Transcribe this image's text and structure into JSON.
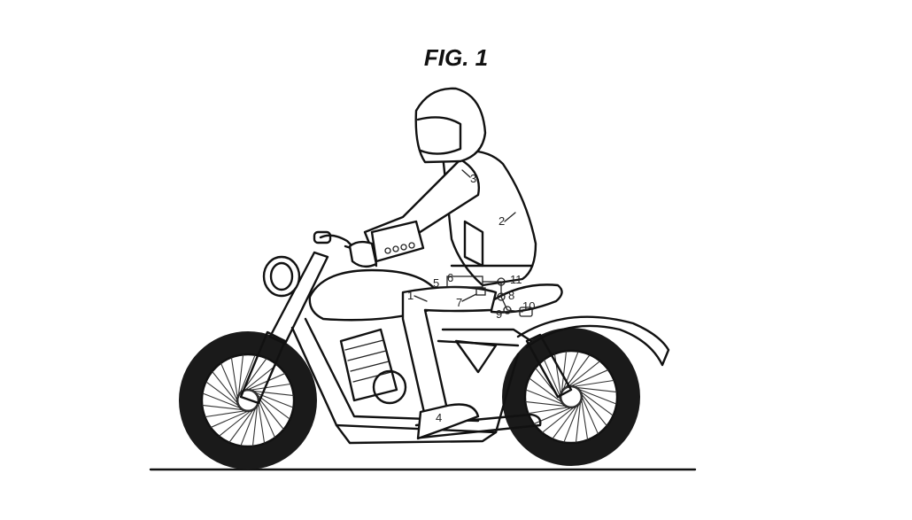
{
  "figure": {
    "title": "FIG. 1",
    "reference_numerals": [
      "1",
      "2",
      "3",
      "4",
      "5",
      "6",
      "7",
      "8",
      "9",
      "10",
      "11"
    ]
  },
  "colors": {
    "ink": "#111111",
    "paper": "#ffffff"
  }
}
